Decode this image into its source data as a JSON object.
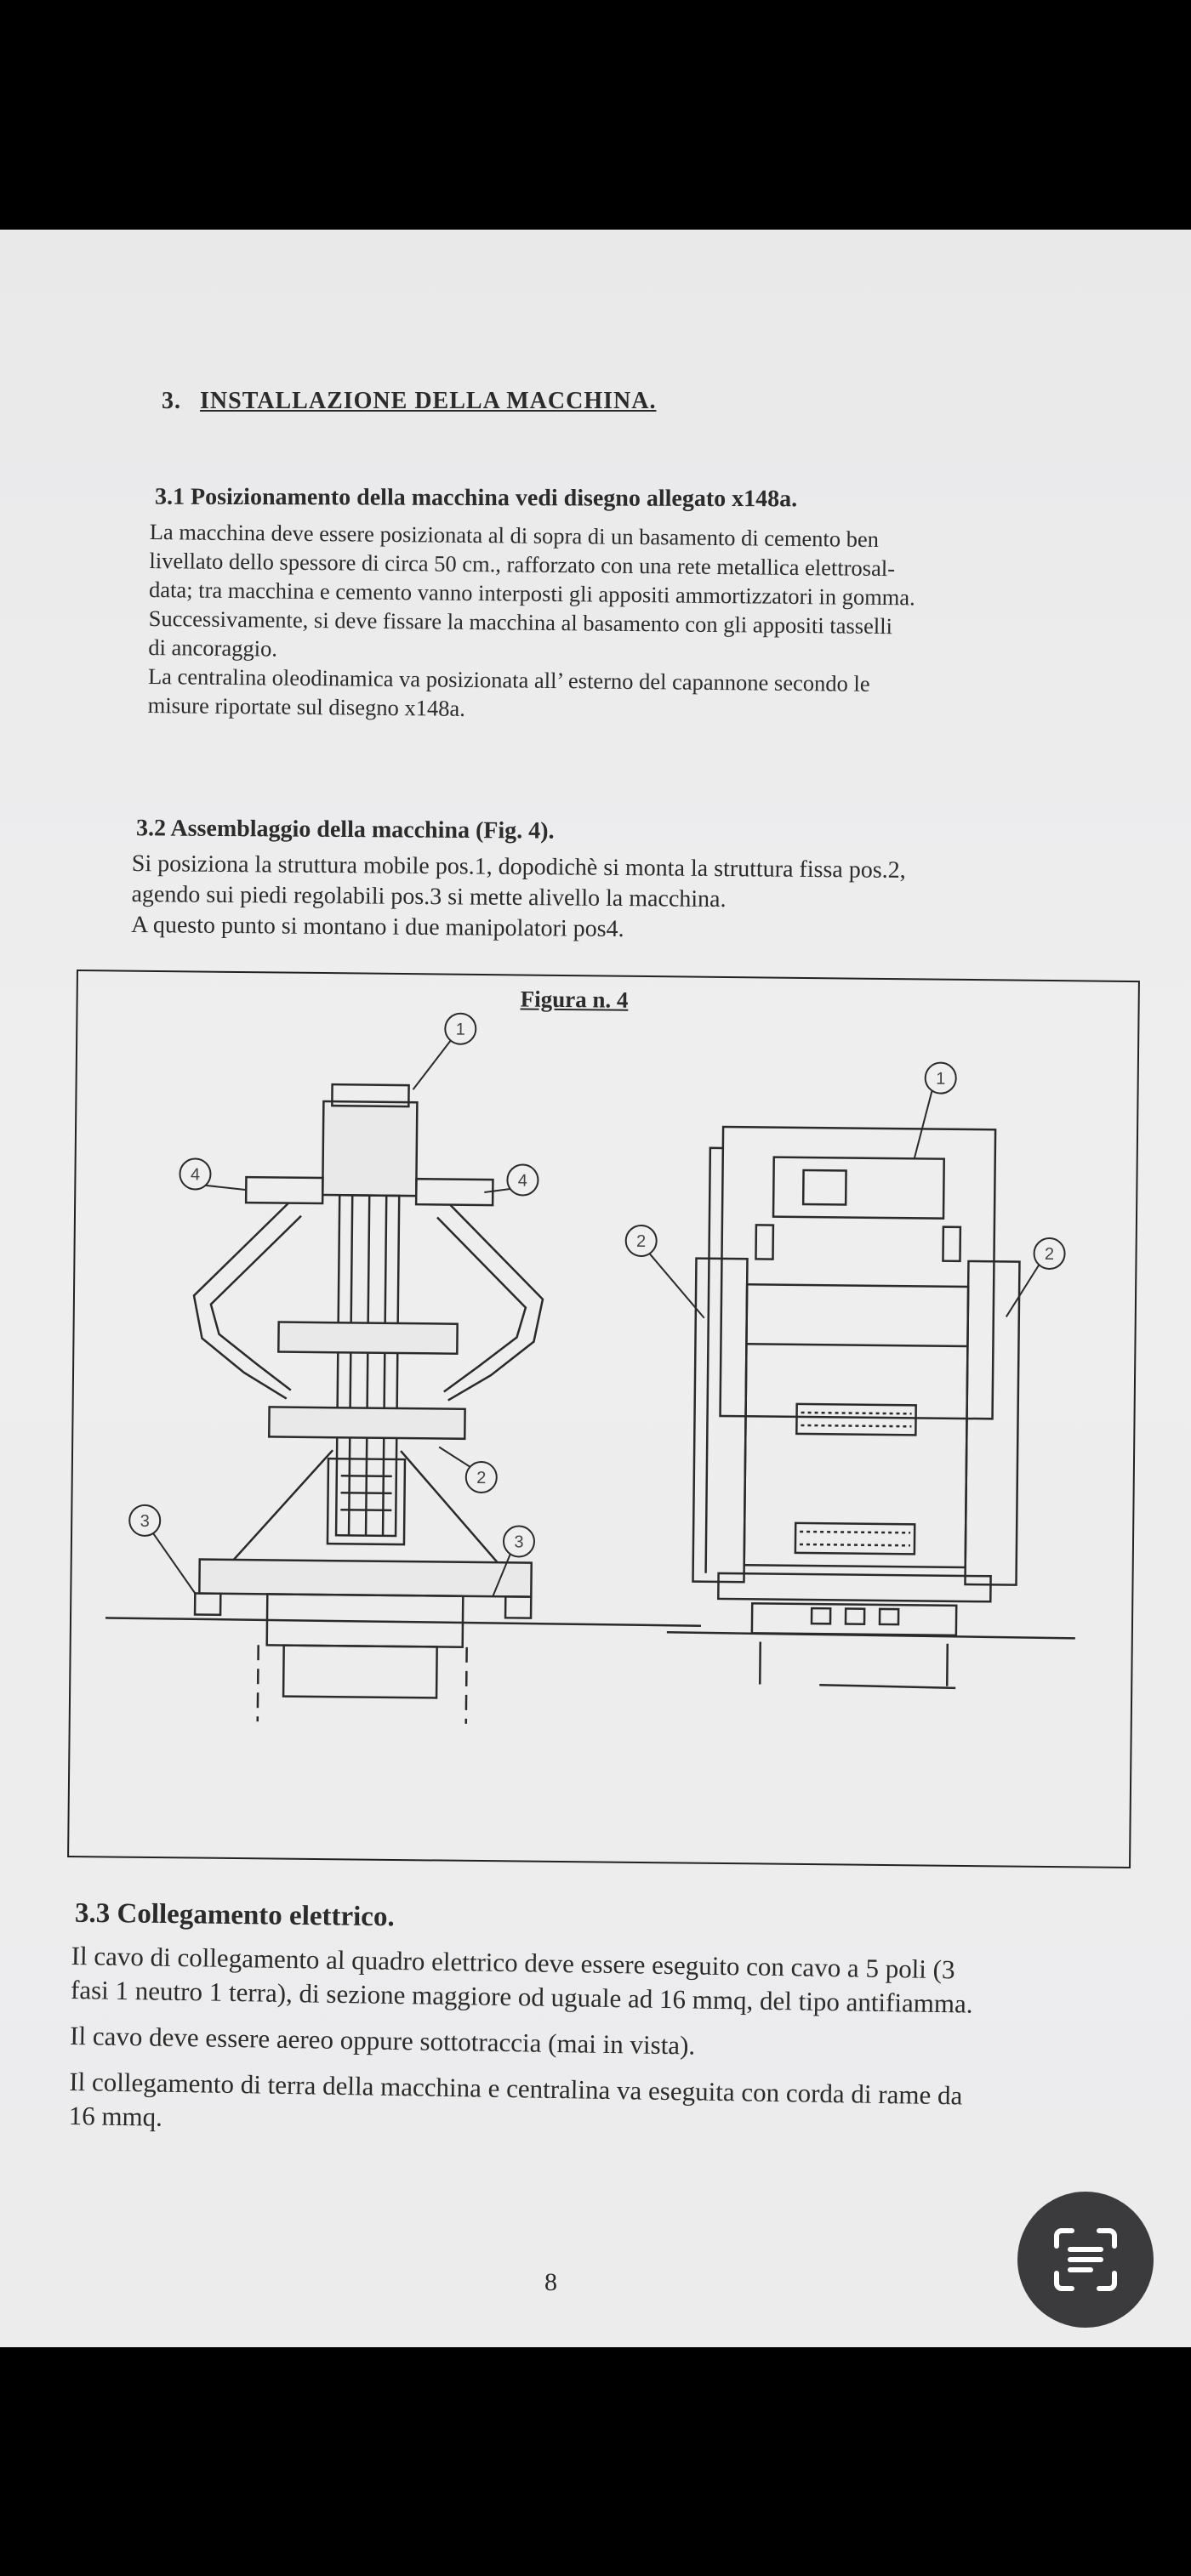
{
  "section": {
    "number": "3.",
    "title": "INSTALLAZIONE DELLA MACCHINA."
  },
  "s31": {
    "heading": "3.1   Posizionamento della macchina vedi disegno allegato x148a.",
    "lines": [
      "La macchina deve essere posizionata al di sopra di un basamento di cemento ben",
      "livellato dello spessore di circa 50 cm., rafforzato con una rete metallica elettrosal-",
      "data; tra macchina e cemento vanno interposti gli appositi ammortizzatori in gomma.",
      "Successivamente, si deve fissare la macchina al basamento con gli appositi tasselli",
      "di ancoraggio.",
      "La centralina oleodinamica va posizionata all’ esterno del capannone secondo le",
      "misure riportate sul disegno x148a."
    ]
  },
  "s32": {
    "heading": "3.2   Assemblaggio della macchina (Fig. 4).",
    "lines": [
      "Si posiziona la struttura mobile pos.1, dopodichè si monta la struttura fissa pos.2,",
      "agendo sui piedi regolabili pos.3 si mette alivello la macchina.",
      "A questo punto si montano i due manipolatori pos4."
    ]
  },
  "figure": {
    "title": "Figura n. 4",
    "callouts": [
      "1",
      "4",
      "4",
      "2",
      "3",
      "3",
      "1",
      "2",
      "2"
    ]
  },
  "s33": {
    "heading": "3.3   Collegamento elettrico.",
    "lines": [
      "Il cavo di collegamento al quadro elettrico deve essere eseguito con cavo a 5 poli (3",
      "fasi 1 neutro 1 terra), di sezione maggiore od uguale ad 16 mmq, del tipo antifiamma.",
      "Il cavo deve essere aereo oppure sottotraccia (mai in vista).",
      "Il collegamento di terra della macchina e centralina va eseguita con corda di rame da",
      "16 mmq."
    ]
  },
  "page_number": "8",
  "lens_button": {
    "icon": "text-scan-icon"
  }
}
